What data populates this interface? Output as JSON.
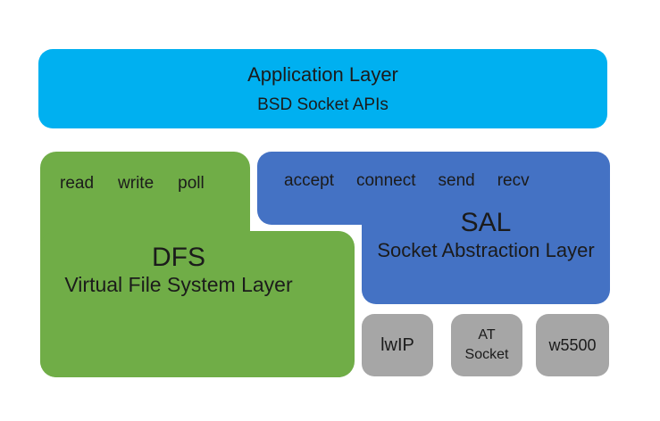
{
  "canvas": {
    "background": "#ffffff",
    "text_color": "#1b1b1b"
  },
  "colors": {
    "application_layer": "#00b0f0",
    "dfs_layer": "#70ad47",
    "sal_layer": "#4472c4",
    "backend_box": "#a6a6a6"
  },
  "application_layer": {
    "title": "Application Layer",
    "subtitle": "BSD Socket APIs"
  },
  "dfs_layer": {
    "functions": [
      "read",
      "write",
      "poll"
    ],
    "acronym": "DFS",
    "title": "Virtual File System Layer"
  },
  "sal_layer": {
    "functions": [
      "accept",
      "connect",
      "send",
      "recv"
    ],
    "acronym": "SAL",
    "title": "Socket Abstraction Layer"
  },
  "backends": [
    {
      "lines": [
        "lwIP"
      ]
    },
    {
      "lines": [
        "AT",
        "Socket"
      ]
    },
    {
      "lines": [
        "w5500"
      ]
    }
  ]
}
